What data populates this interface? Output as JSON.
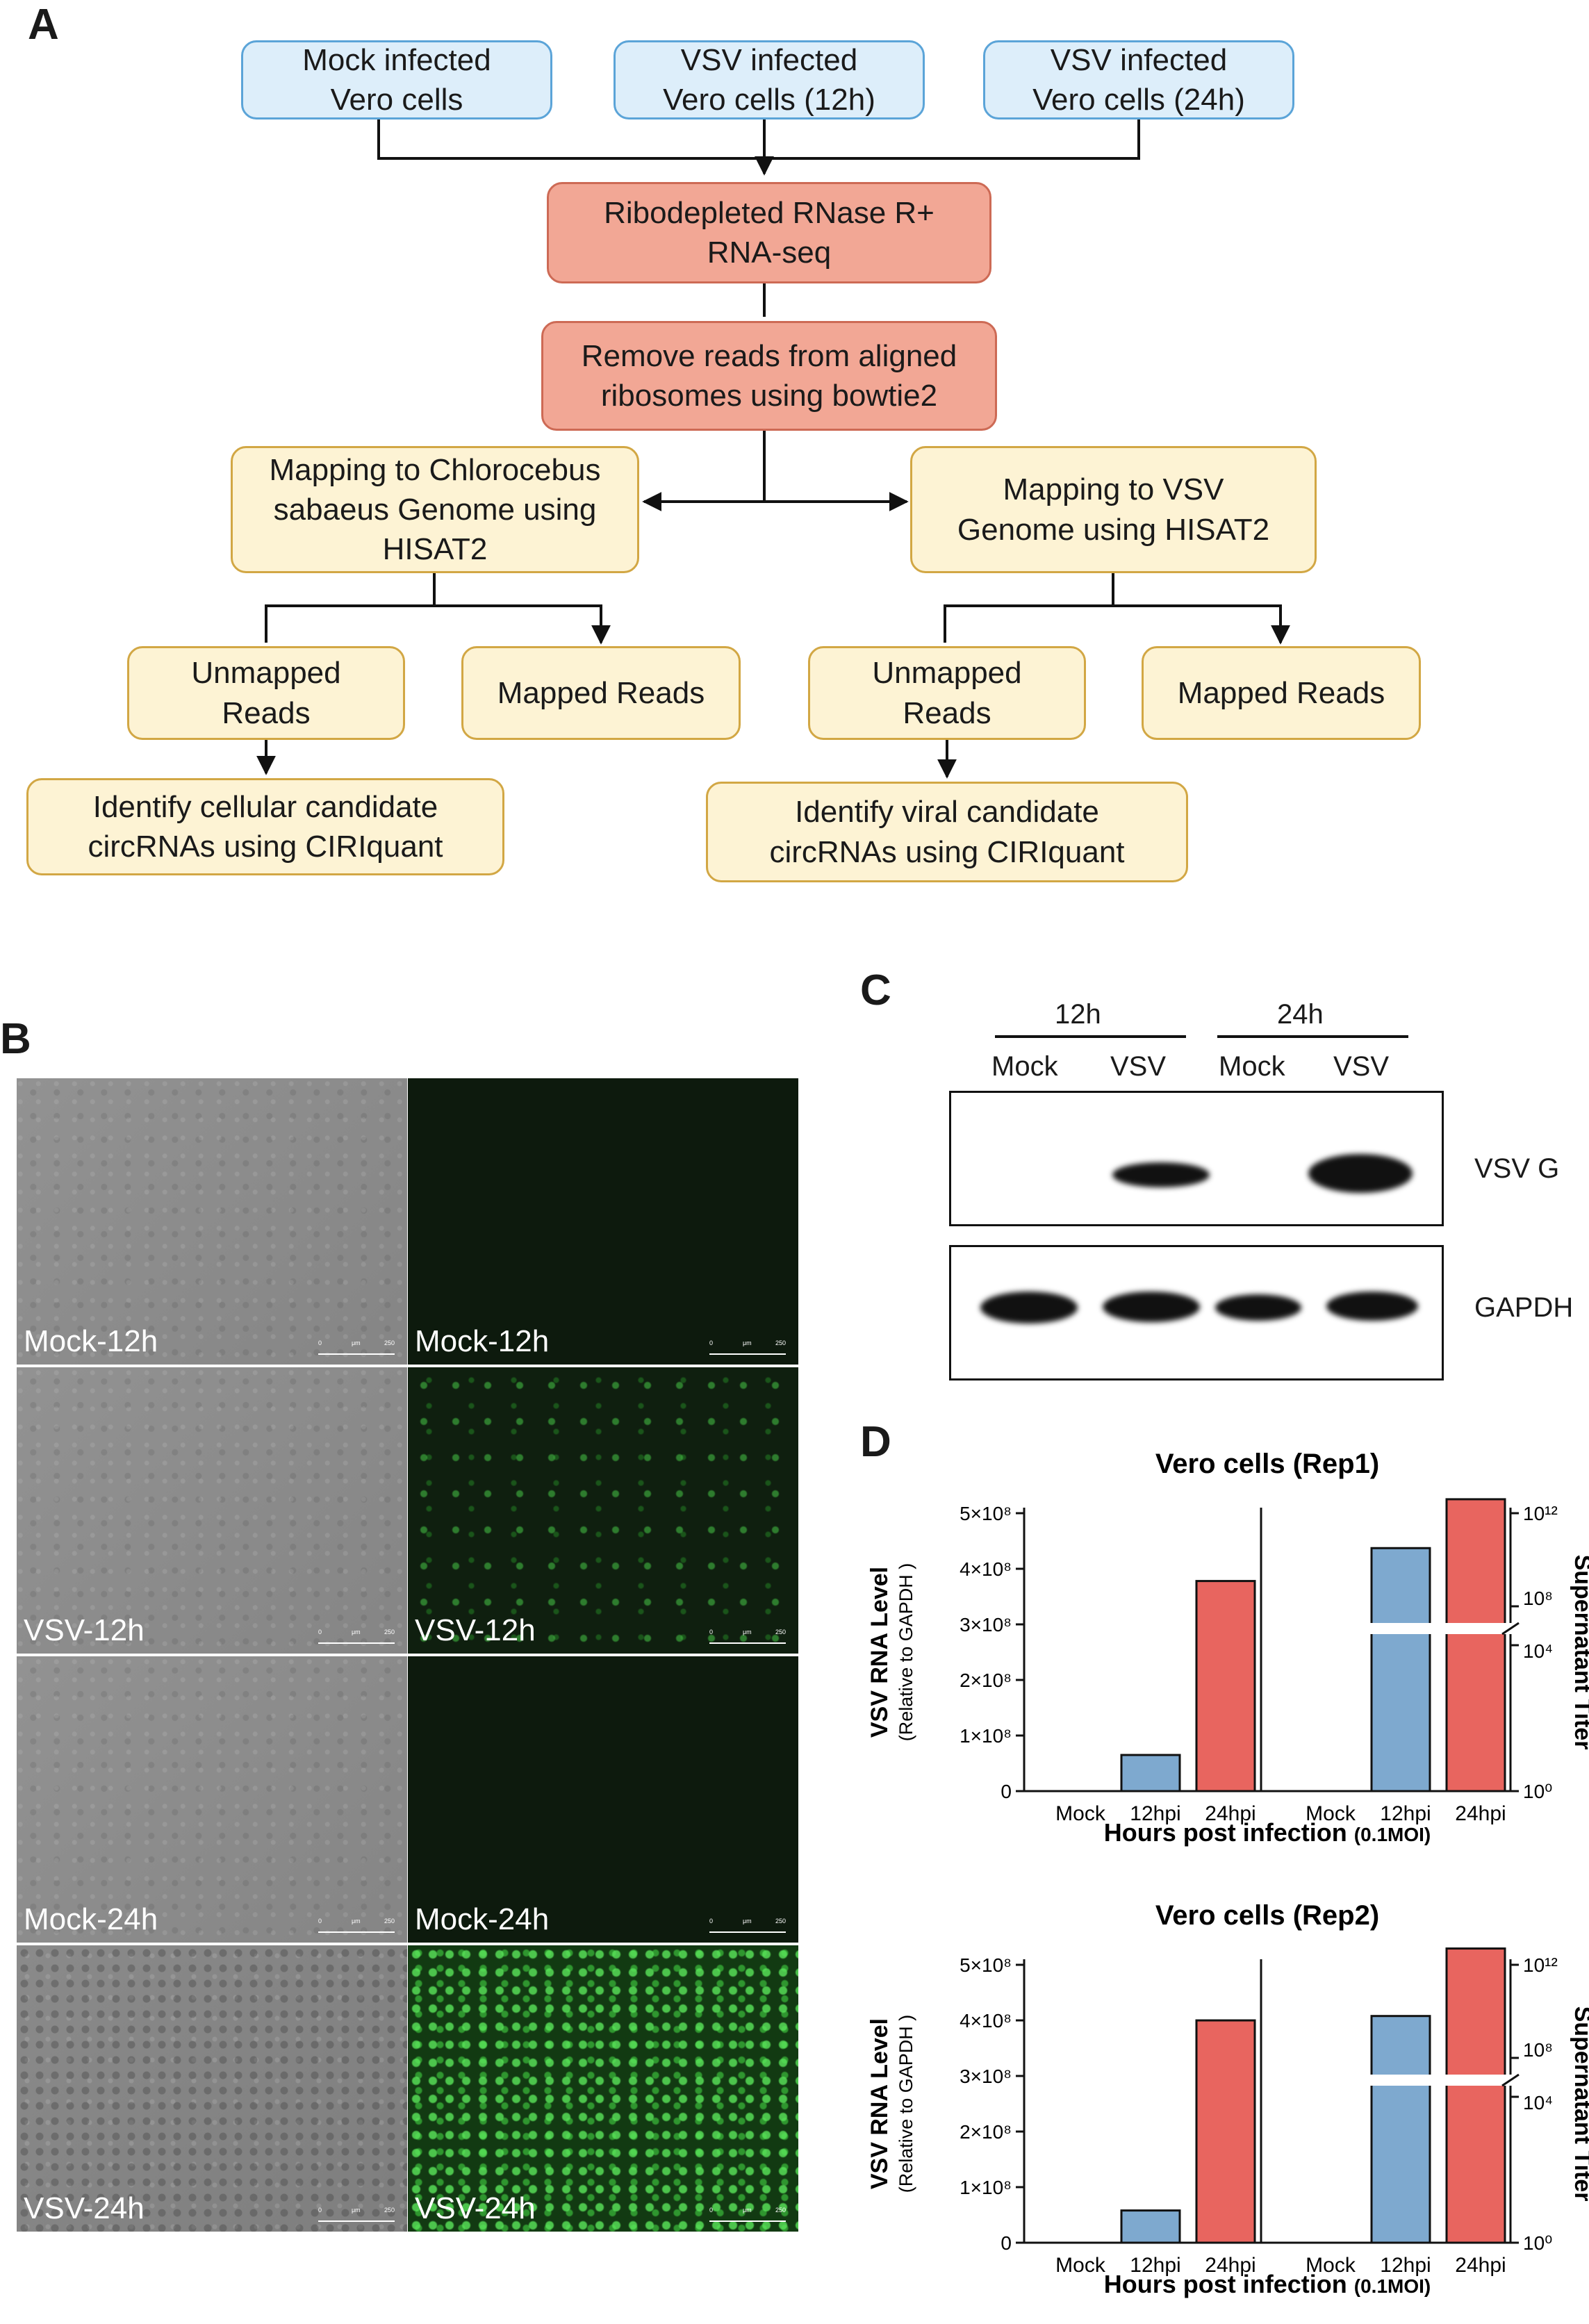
{
  "panels": {
    "a": "A",
    "b": "B",
    "c": "C",
    "d": "D"
  },
  "flowchart": {
    "inputs": [
      {
        "line1": "Mock infected",
        "line2": "Vero cells"
      },
      {
        "line1": "VSV infected",
        "line2": "Vero cells (12h)"
      },
      {
        "line1": "VSV infected",
        "line2": "Vero cells (24h)"
      }
    ],
    "rnaseq": {
      "line1": "Ribodepleted RNase R+",
      "line2": "RNA-seq"
    },
    "remove": {
      "line1": "Remove reads from aligned",
      "line2": "ribosomes using bowtie2"
    },
    "map_host": {
      "line1": "Mapping to Chlorocebus",
      "line2": "sabaeus Genome using",
      "line3": "HISAT2"
    },
    "map_vsv": {
      "line1": "Mapping to VSV",
      "line2": "Genome using HISAT2"
    },
    "unmapped": {
      "line1": "Unmapped",
      "line2": "Reads"
    },
    "mapped": "Mapped Reads",
    "identify_cellular": {
      "line1": "Identify cellular candidate",
      "line2": "circRNAs using CIRIquant"
    },
    "identify_viral": {
      "line1": "Identify viral candidate",
      "line2": "circRNAs using CIRIquant"
    }
  },
  "micrographs": {
    "labels": [
      "Mock-12h",
      "Mock-12h",
      "VSV-12h",
      "VSV-12h",
      "Mock-24h",
      "Mock-24h",
      "VSV-24h",
      "VSV-24h"
    ],
    "scale": {
      "zero": "0",
      "unit": "μm",
      "max": "250"
    }
  },
  "blot": {
    "time_groups": [
      "12h",
      "24h"
    ],
    "lanes": [
      "Mock",
      "VSV",
      "Mock",
      "VSV"
    ],
    "rows": [
      "VSV G",
      "GAPDH"
    ],
    "vsvg_intensity": [
      0,
      0.7,
      0,
      1.0
    ],
    "gapdh_intensity": [
      1.0,
      0.95,
      0.85,
      0.9
    ]
  },
  "chart_data": [
    {
      "type": "bar",
      "title": "Vero cells (Rep1)",
      "ylabel": "VSV RNA Level",
      "ylabel_sub": "(Relative to GAPDH )",
      "y2label": "Supernatant Titer",
      "xlabel": "Hours post infection",
      "xlabel_sub": "(0.1MOI)",
      "ylim": [
        0,
        500000000
      ],
      "yticks": [
        "0",
        "1×10⁸",
        "2×10⁸",
        "3×10⁸",
        "4×10⁸",
        "5×10⁸"
      ],
      "y2ticks": [
        "10⁰",
        "10⁴",
        "10⁸",
        "10¹²"
      ],
      "left": {
        "categories": [
          "Mock",
          "12hpi",
          "24hpi"
        ],
        "values": [
          0,
          65000000,
          378000000
        ]
      },
      "right": {
        "categories": [
          "Mock",
          "12hpi",
          "24hpi"
        ],
        "log10_values": [
          0,
          10.5,
          12.6
        ]
      },
      "colors": {
        "12hpi": "#7ea9cf",
        "24hpi": "#e8655f"
      }
    },
    {
      "type": "bar",
      "title": "Vero cells (Rep2)",
      "ylabel": "VSV RNA Level",
      "ylabel_sub": "(Relative to GAPDH )",
      "y2label": "Supernatant Titer",
      "xlabel": "Hours post infection",
      "xlabel_sub": "(0.1MOI)",
      "ylim": [
        0,
        500000000
      ],
      "yticks": [
        "0",
        "1×10⁸",
        "2×10⁸",
        "3×10⁸",
        "4×10⁸",
        "5×10⁸"
      ],
      "y2ticks": [
        "10⁰",
        "10⁴",
        "10⁸",
        "10¹²"
      ],
      "left": {
        "categories": [
          "Mock",
          "12hpi",
          "24hpi"
        ],
        "values": [
          0,
          58000000,
          400000000
        ]
      },
      "right": {
        "categories": [
          "Mock",
          "12hpi",
          "24hpi"
        ],
        "log10_values": [
          0,
          9.8,
          12.7
        ]
      },
      "colors": {
        "12hpi": "#7ea9cf",
        "24hpi": "#e8655f"
      }
    }
  ]
}
